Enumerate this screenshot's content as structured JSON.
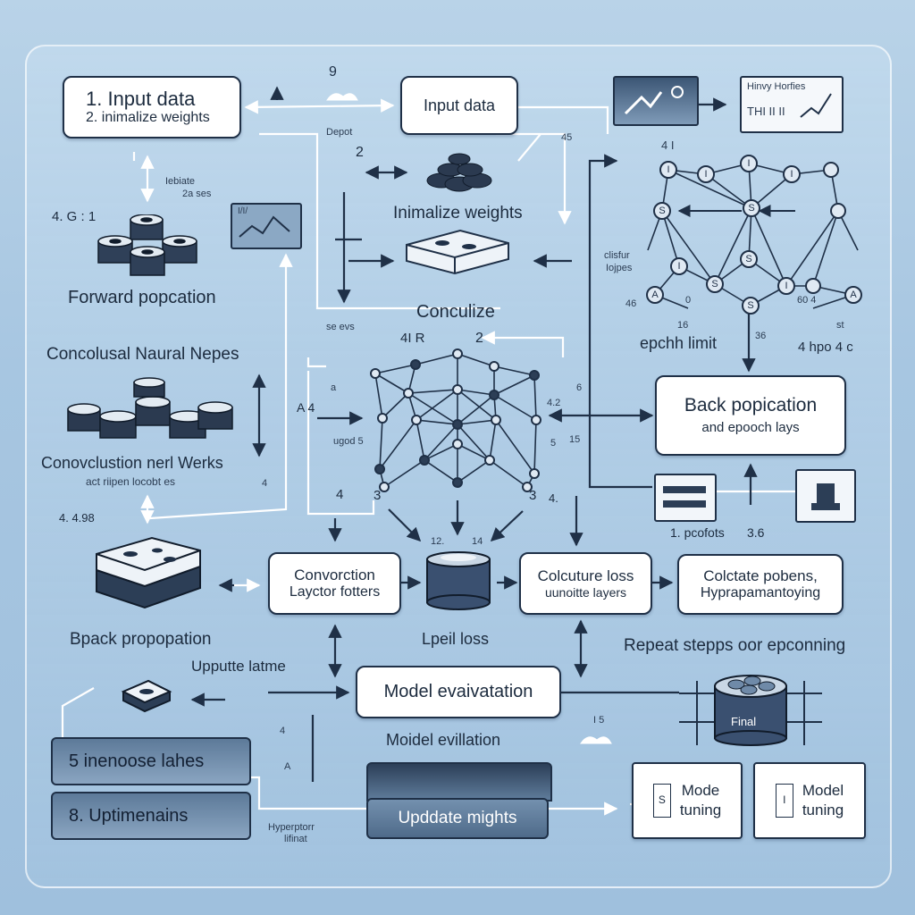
{
  "boxes": {
    "input_steps": {
      "line1": "1. Input data",
      "line2": "2. inimalize weights"
    },
    "input_data": "Input data",
    "back_propagation": {
      "line1": "Back popication",
      "line2": "and epooch lays"
    },
    "convolution_filters": {
      "line1": "Convorction",
      "line2": "Layctor fotters"
    },
    "calculate_loss": {
      "line1": "Colcuture loss",
      "line2": "uunoitte layers"
    },
    "calculate_hyper": {
      "line1": "Colctate pobens,",
      "line2": "Hyprapamantoying"
    },
    "model_evaluation": "Model evaivatation",
    "update_weights": "Upddate mights",
    "increase_layers": "5 inenoose lahes",
    "optimizations": "8. Uptimenains",
    "mode_tuning": {
      "marker": "S",
      "line1": "Mode",
      "line2": "tuning"
    },
    "model_tuning": {
      "marker": "I",
      "line1": "Model",
      "line2": "tuning"
    },
    "final_label": "Final"
  },
  "labels": {
    "top_nine": "9",
    "chart_title": "Hinvy Horfies",
    "chart_sub": "THI II II",
    "chart_icon_label": "I/I/",
    "depot": "Depot",
    "depot_num": "2",
    "num_45": "45",
    "num_4_small": "4",
    "num_4i": "4 I",
    "ieblate": "Iebiate",
    "ieblate2": "2a ses",
    "step_4g1": "4. G : 1",
    "inimalize_weights": "Inimalize weights",
    "clisfur": "clisfur",
    "loipes": "Iojpes",
    "forward": "Forward popcation",
    "conculize": "Conculize",
    "num_46": "46",
    "num_0": "0",
    "num_60": "60 4",
    "num_16": "16",
    "num_st": "st",
    "num_36": "36",
    "epoch_limit": "epchh limit",
    "hpo": "4 hpo 4 c",
    "seevs": "se evs",
    "a41r": "4I R",
    "a41r_2": "2",
    "convolusal": "Concolusal Naural Nepes",
    "letter_a": "a",
    "num_42": "4.2",
    "num_6": "6",
    "aa": "A 4",
    "ugod": "ugod 5",
    "num_5": "5",
    "num_15": "15",
    "convolution_works": "Conovclustion nerl Werks",
    "act_ripen": "act riipen locobt es",
    "num_4_left": "4",
    "num_3l": "3",
    "num_3r": "3",
    "num_4dot": "4.",
    "step_4498": "4. 4.98",
    "num_12": "12.",
    "num_14": "14",
    "pcofots": "1. pcofots",
    "pcofots_num": "3.6",
    "pack_propagation": "Bpack propopation",
    "lpeil_loss": "Lpeil loss",
    "repeat_steps": "Repeat stepps oor epconning",
    "upputte": "Upputte latme",
    "num_i5": "I 5",
    "model_evillation": "Moidel evillation",
    "num_4_bottom": "4",
    "num_a": "A",
    "hyperpton": "Hyperptorr",
    "lifinat": "lifinat"
  },
  "nodes": {
    "right_net": [
      "I",
      "I",
      "I",
      "I",
      "S",
      "S",
      "I",
      "A",
      "A",
      "S",
      "S",
      "I",
      "S"
    ]
  },
  "colors": {
    "background": "#a7c6e1",
    "line": "#1f3047",
    "box_fill": "#ffffff",
    "dark_box": "#6a86a5",
    "node_fill": "#dfe9f3"
  }
}
